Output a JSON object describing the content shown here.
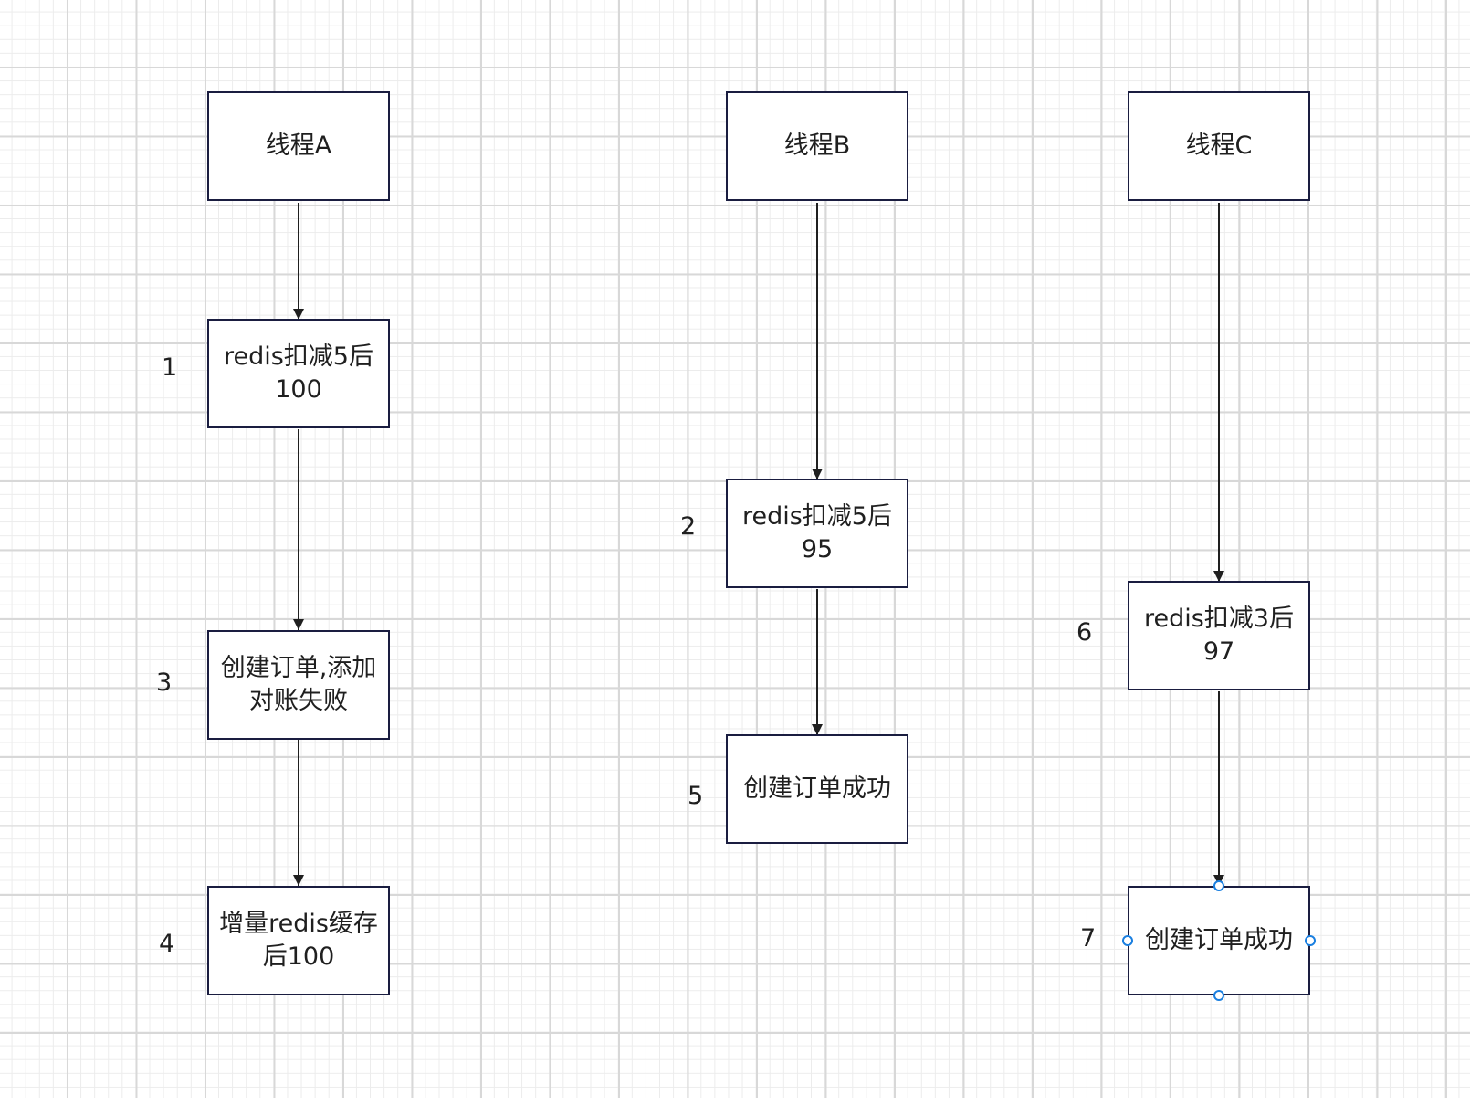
{
  "diagram": {
    "nodes": {
      "a0": "线程A",
      "a1": "redis扣减5后\n100",
      "a2": "创建订单,添加\n对账失败",
      "a3": "增量redis缓存\n后100",
      "b0": "线程B",
      "b1": "redis扣减5后\n95",
      "b2": "创建订单成功",
      "c0": "线程C",
      "c1": "redis扣减3后\n97",
      "c2": "创建订单成功"
    },
    "steps": {
      "s1": "1",
      "s2": "2",
      "s3": "3",
      "s4": "4",
      "s5": "5",
      "s6": "6",
      "s7": "7"
    },
    "colors": {
      "border": "#1a1d40",
      "edge": "#1f1f1f",
      "selection": "#1a7fe0"
    }
  }
}
